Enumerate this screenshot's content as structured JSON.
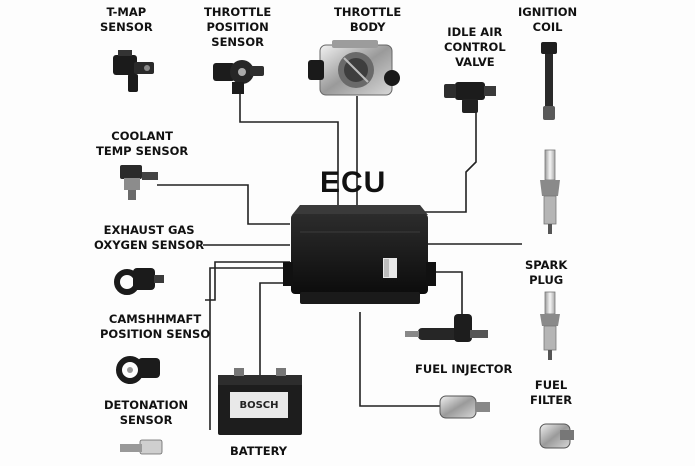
{
  "diagram": {
    "ecu_label": "ECU",
    "battery_brand": "BOSCH",
    "labels": {
      "tmap": [
        "T-MAP",
        "SENSOR"
      ],
      "tps": [
        "THROTTLE",
        "POSITION",
        "SENSOR"
      ],
      "throttle_body": [
        "THROTTLE",
        "BODY"
      ],
      "iac": [
        "IDLE AIR",
        "CONTROL",
        "VALVE"
      ],
      "ignition_coil": [
        "IGNITION",
        "COIL"
      ],
      "coolant": [
        "COOLANT",
        "TEMP SENSOR"
      ],
      "exhaust": [
        "EXHAUST GAS",
        "OXYGEN SENSOR"
      ],
      "camshaft": [
        "CAMSHHMAFT",
        "POSITION SENSO"
      ],
      "detonation": [
        "DETONATION",
        "SENSOR"
      ],
      "battery": [
        "BATTERY"
      ],
      "spark_plug": [
        "SPARK",
        "PLUG"
      ],
      "fuel_injector": [
        "FUEL INJECTOR"
      ],
      "fuel_filter": [
        "FUEL",
        "FILTER"
      ]
    }
  }
}
